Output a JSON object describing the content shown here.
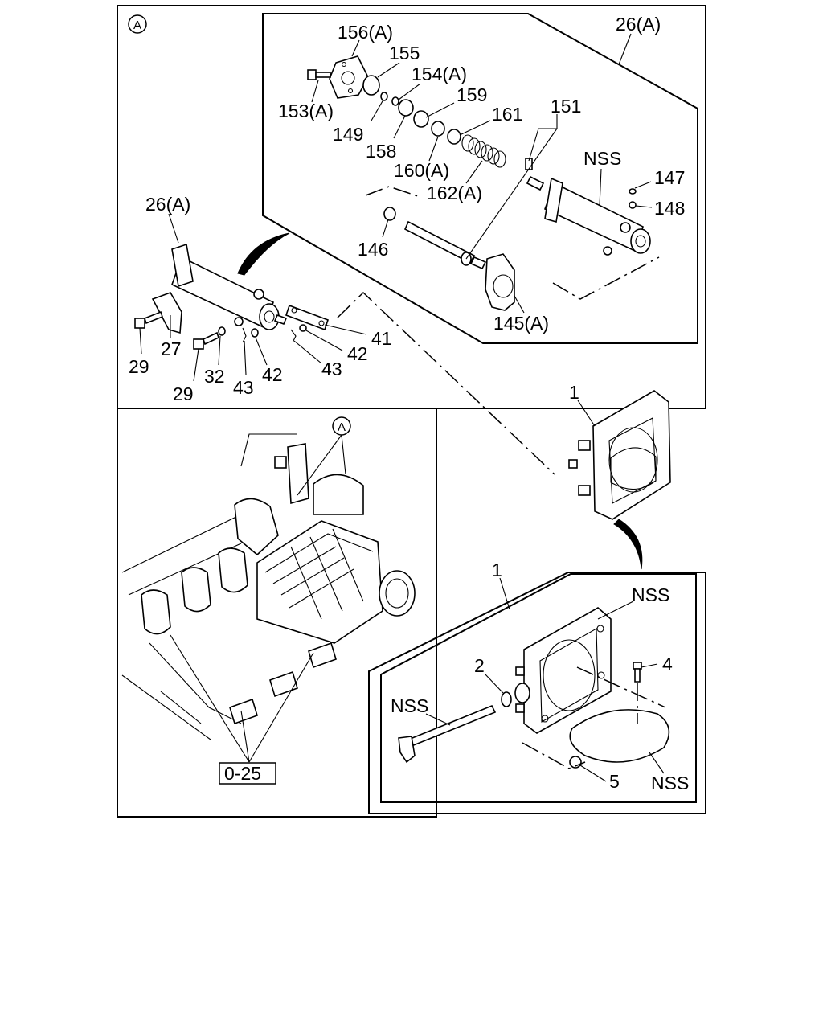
{
  "callouts": {
    "circle_a_main": "A",
    "circle_a_engine": "A",
    "p156a": "156(A)",
    "p155": "155",
    "p154a": "154(A)",
    "p153a": "153(A)",
    "p149": "149",
    "p158": "158",
    "p159": "159",
    "p160a": "160(A)",
    "p161": "161",
    "p162a": "162(A)",
    "p151": "151",
    "p26a_top": "26(A)",
    "nss_top": "NSS",
    "p147": "147",
    "p148": "148",
    "p146": "146",
    "p145a": "145(A)",
    "p26a_left": "26(A)",
    "p27": "27",
    "p29a": "29",
    "p29b": "29",
    "p32": "32",
    "p43a": "43",
    "p42a": "42",
    "p43b": "43",
    "p42b": "42",
    "p41": "41",
    "p1_top": "1",
    "p1_bottom": "1",
    "nss_body": "NSS",
    "p2": "2",
    "p4": "4",
    "nss_shaft": "NSS",
    "p5": "5",
    "nss_plate": "NSS",
    "ref_025": "0-25"
  }
}
